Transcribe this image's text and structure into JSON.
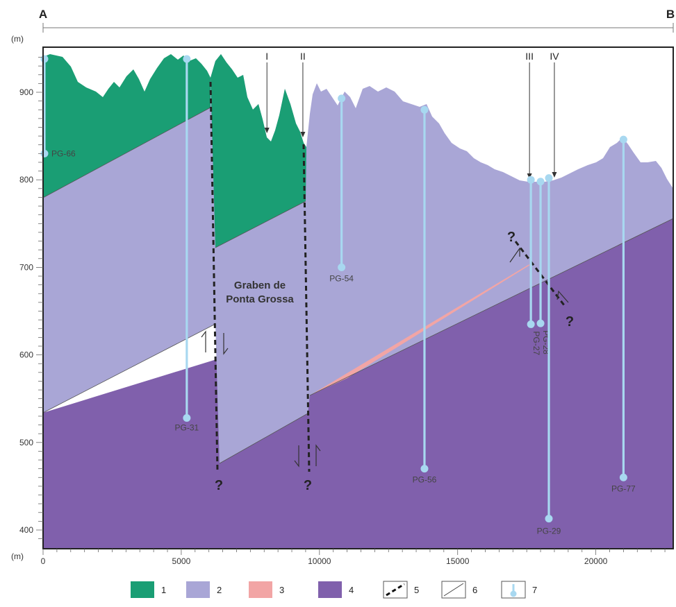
{
  "section": {
    "start_label": "A",
    "end_label": "B"
  },
  "axes": {
    "y_unit": "(m)",
    "x_unit": "(m)",
    "y_ticks": [
      {
        "value": 900,
        "label": "900"
      },
      {
        "value": 800,
        "label": "800"
      },
      {
        "value": 700,
        "label": "700"
      },
      {
        "value": 600,
        "label": "600"
      },
      {
        "value": 500,
        "label": "500"
      },
      {
        "value": 400,
        "label": "400"
      }
    ],
    "x_ticks": [
      {
        "value": 0,
        "label": "0"
      },
      {
        "value": 5000,
        "label": "5000"
      },
      {
        "value": 10000,
        "label": "10000"
      },
      {
        "value": 15000,
        "label": "15000"
      },
      {
        "value": 20000,
        "label": "20000"
      }
    ],
    "x_range": [
      0,
      22800
    ],
    "y_range": [
      385,
      945
    ]
  },
  "graben_label": [
    "Graben de",
    "Ponta Grossa"
  ],
  "fault_marks": {
    "question": "?"
  },
  "cross_sections": [
    {
      "label": "I",
      "x": 8100
    },
    {
      "label": "II",
      "x": 9400
    },
    {
      "label": "III",
      "x": 17600
    },
    {
      "label": "IV",
      "x": 18500
    }
  ],
  "wells": [
    {
      "name": "PG-66",
      "x": 50,
      "top": 938,
      "bottom": 830
    },
    {
      "name": "PG-31",
      "x": 5200,
      "top": 938,
      "bottom": 528
    },
    {
      "name": "PG-54",
      "x": 10800,
      "top": 893,
      "bottom": 700
    },
    {
      "name": "PG-56",
      "x": 13800,
      "top": 880,
      "bottom": 470
    },
    {
      "name": "PG-27",
      "x": 17650,
      "top": 800,
      "bottom": 635
    },
    {
      "name": "PG-28",
      "x": 18000,
      "top": 798,
      "bottom": 636
    },
    {
      "name": "PG-29",
      "x": 18300,
      "top": 802,
      "bottom": 413
    },
    {
      "name": "PG-77",
      "x": 21000,
      "top": 846,
      "bottom": 460
    }
  ],
  "legend": [
    {
      "id": "1",
      "label": "1",
      "color": "#1a9e74"
    },
    {
      "id": "2",
      "label": "2",
      "color": "#a9a6d6"
    },
    {
      "id": "3",
      "label": "3",
      "color": "#f2a5a5"
    },
    {
      "id": "4",
      "label": "4",
      "color": "#8060ac"
    },
    {
      "id": "5",
      "label": "5",
      "icon": "fault-dashed-icon"
    },
    {
      "id": "6",
      "label": "6",
      "icon": "contact-line-icon"
    },
    {
      "id": "7",
      "label": "7",
      "icon": "well-icon"
    }
  ],
  "colors": {
    "unit1": "#1a9e74",
    "unit2": "#a9a6d6",
    "unit3": "#f2a5a5",
    "unit4": "#8060ac",
    "well": "#a8d8f0",
    "fault": "#222222"
  }
}
